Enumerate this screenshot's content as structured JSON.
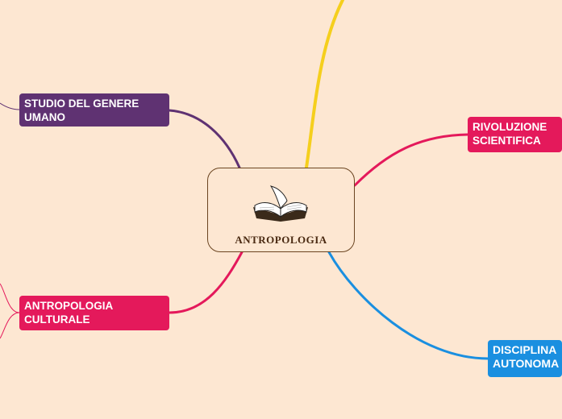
{
  "central": {
    "title": "ANTROPOLOGIA",
    "icon": "open-book-icon"
  },
  "branches": [
    {
      "id": "studio",
      "label": "STUDIO DEL GENERE\nUMANO",
      "color": "#5f3272"
    },
    {
      "id": "rivoluzione",
      "label": "RIVOLUZIONE\nSCIENTIFICA",
      "color": "#e4195b"
    },
    {
      "id": "antro_cult",
      "label": "ANTROPOLOGIA\nCULTURALE",
      "color": "#e4195b"
    },
    {
      "id": "discipline",
      "label": "DISCIPLINA\nAUTONOMA",
      "color": "#1a8fe0"
    },
    {
      "id": "top",
      "label": "",
      "color": "#f5cf1d"
    }
  ],
  "background": "#fde7d2"
}
